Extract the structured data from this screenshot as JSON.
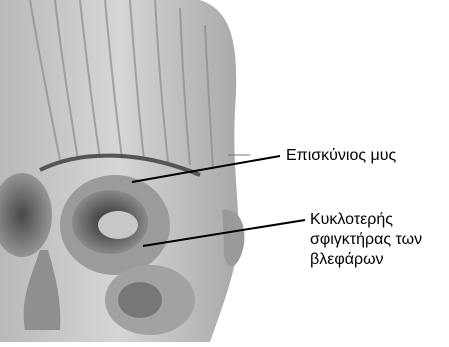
{
  "figure": {
    "labels": [
      {
        "lines": [
          "Επισκύνιος μυς"
        ]
      },
      {
        "lines": [
          "Κυκλοτερής",
          "σφιγκτήρας των",
          "βλεφάρων"
        ]
      }
    ]
  }
}
